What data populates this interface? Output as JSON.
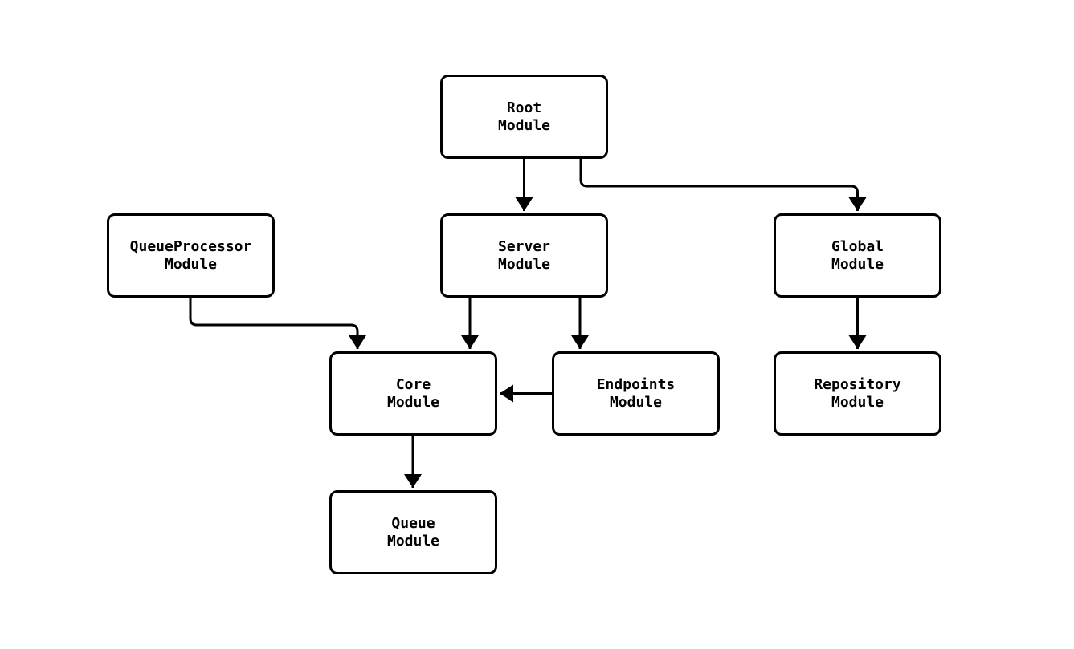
{
  "diagram": {
    "type": "module-dependency-graph",
    "background_color": "#ffffff",
    "stroke_color": "#000000",
    "text_color": "#000000",
    "nodes": [
      {
        "id": "root",
        "label": "Root\nModule"
      },
      {
        "id": "queueprocessor",
        "label": "QueueProcessor\nModule"
      },
      {
        "id": "server",
        "label": "Server\nModule"
      },
      {
        "id": "global",
        "label": "Global\nModule"
      },
      {
        "id": "core",
        "label": "Core\nModule"
      },
      {
        "id": "endpoints",
        "label": "Endpoints\nModule"
      },
      {
        "id": "repository",
        "label": "Repository\nModule"
      },
      {
        "id": "queue",
        "label": "Queue\nModule"
      }
    ],
    "edges": [
      {
        "from": "root",
        "to": "server"
      },
      {
        "from": "root",
        "to": "global"
      },
      {
        "from": "queueprocessor",
        "to": "core"
      },
      {
        "from": "server",
        "to": "core"
      },
      {
        "from": "server",
        "to": "endpoints"
      },
      {
        "from": "endpoints",
        "to": "core"
      },
      {
        "from": "global",
        "to": "repository"
      },
      {
        "from": "core",
        "to": "queue"
      }
    ]
  }
}
